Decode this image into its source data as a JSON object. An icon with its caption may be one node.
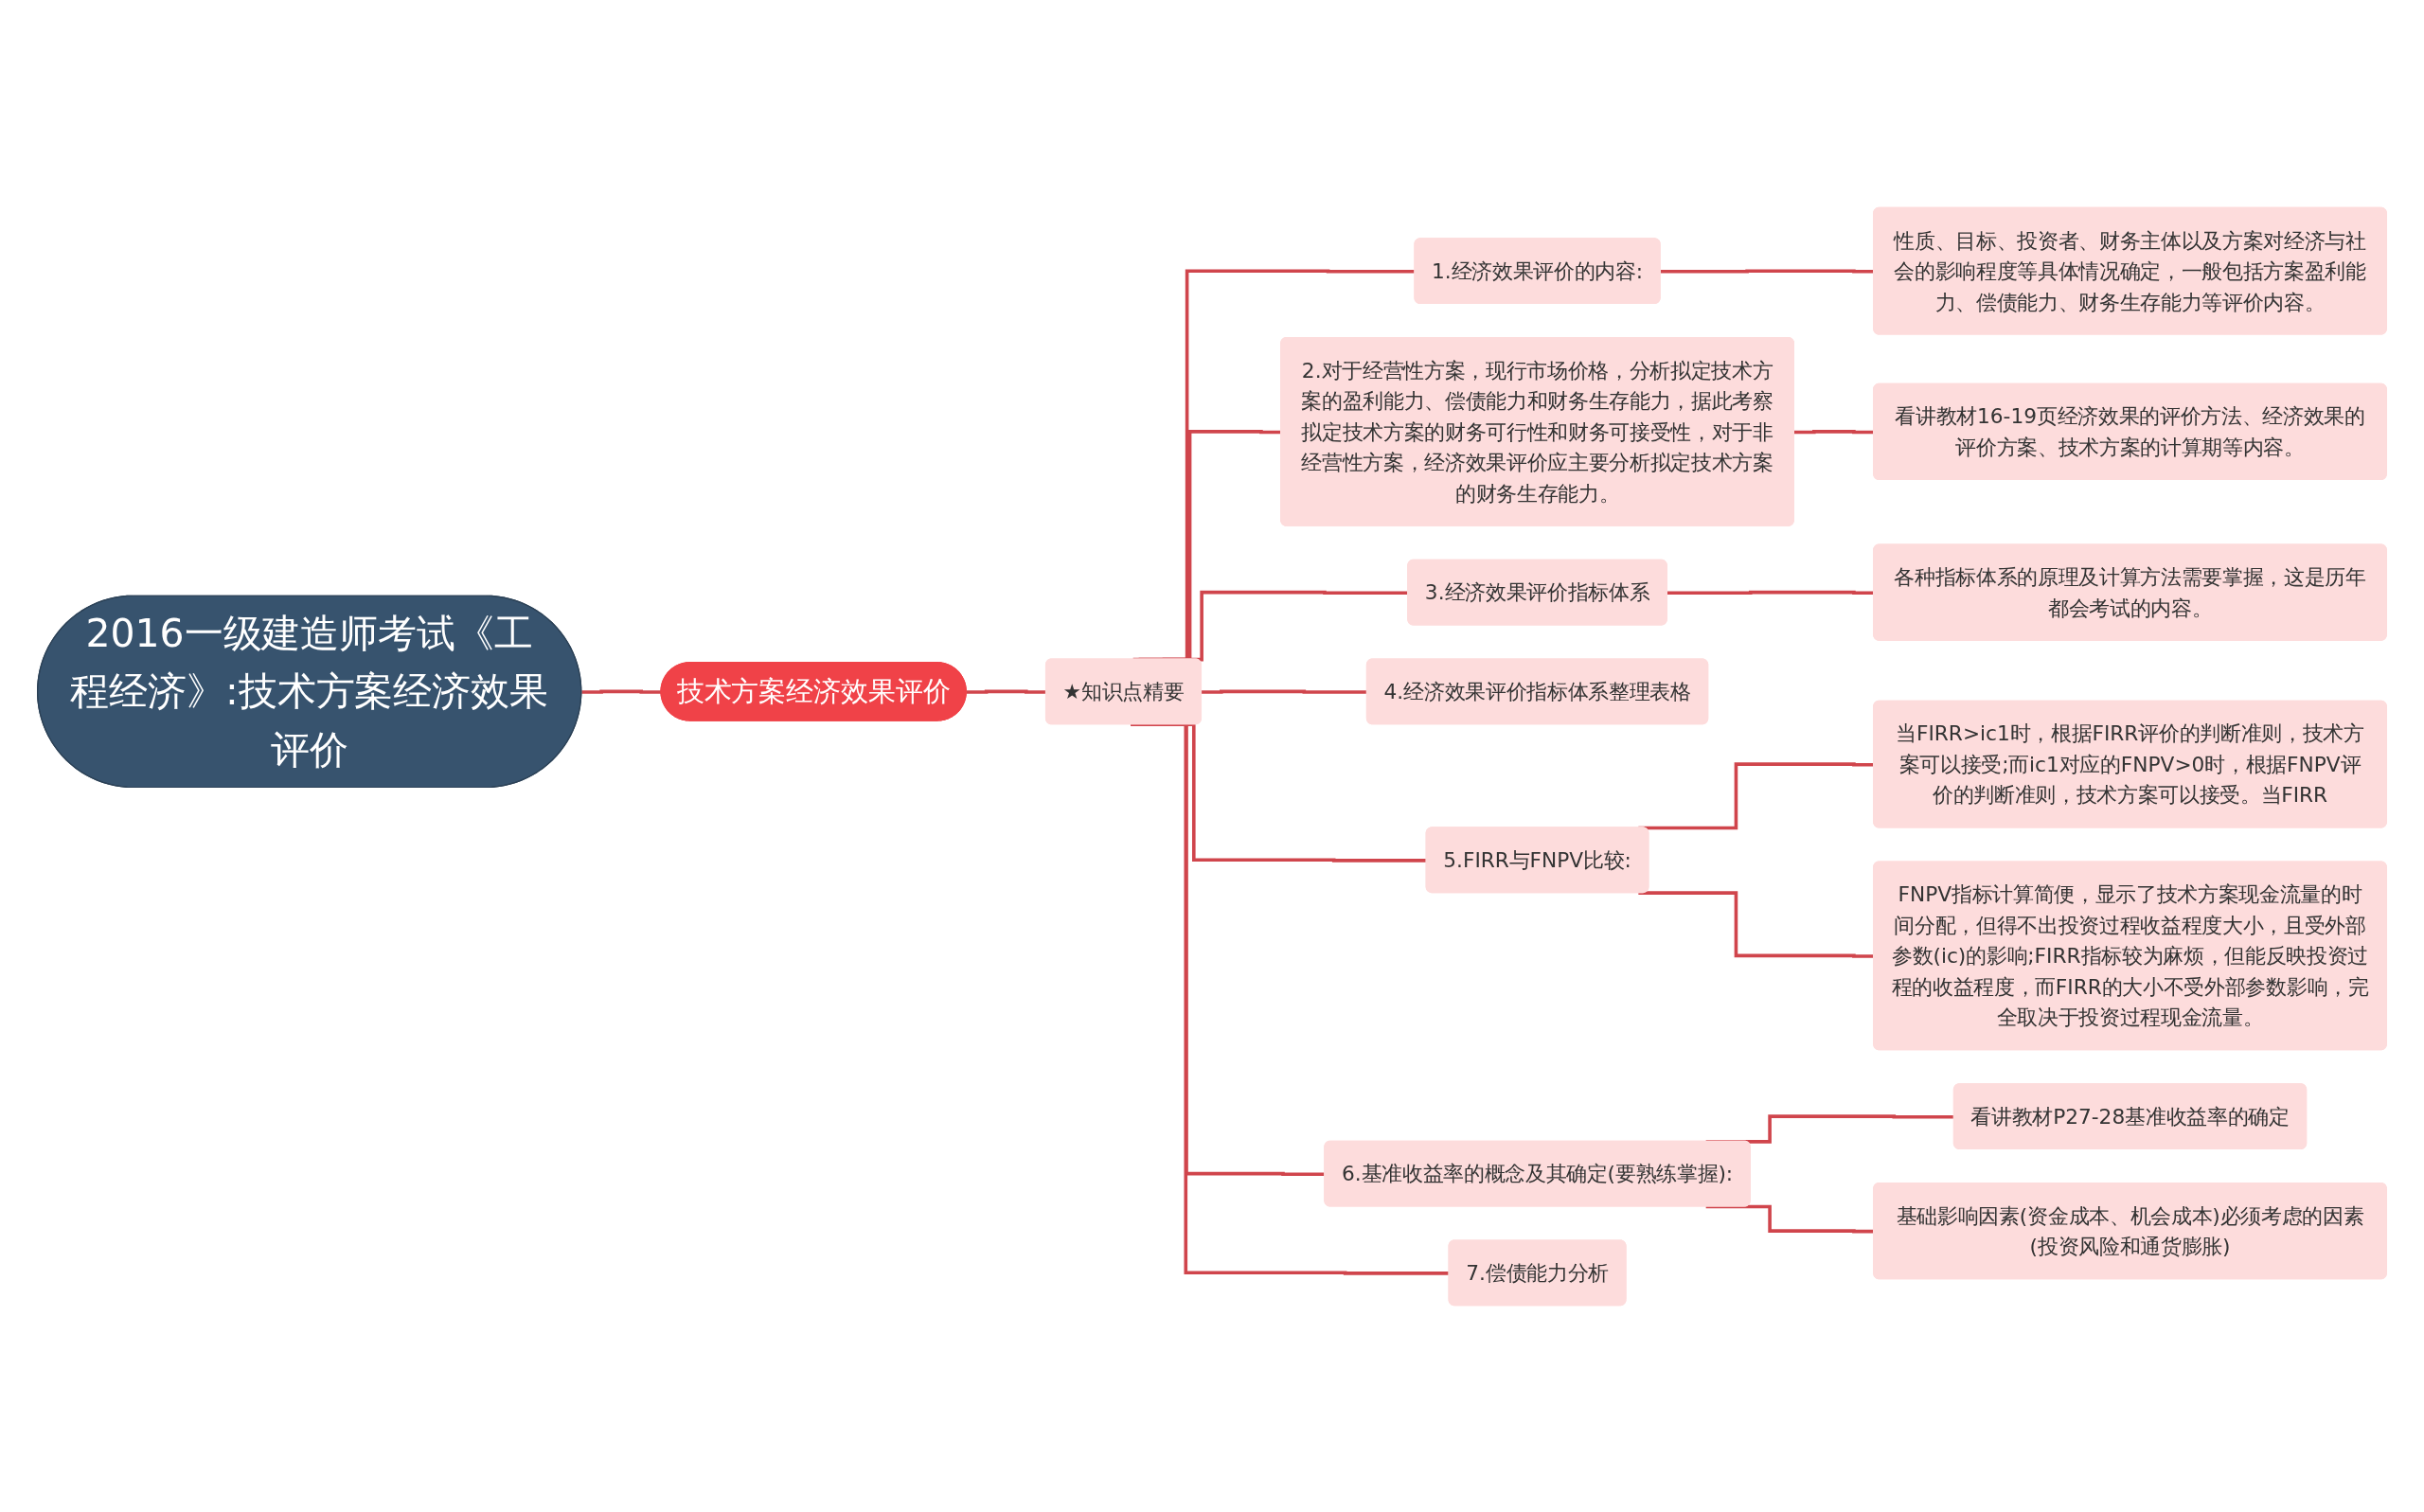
{
  "diagram": {
    "nodes": [
      {
        "text": [
          "2016一级建造师考试《工程经济》:技术方案经济效果评价"
        ]
      },
      {
        "text": [
          "技术方案经济效果评价"
        ]
      },
      {
        "text": [
          "★知识点精要"
        ]
      },
      {
        "text": [
          "1.经济效果评价的内容:"
        ]
      },
      {
        "text": [
          "性质、目标、投资者、财务主体以及方案对经济与社会的影响程度等具体情况确定，一般包括方案盈利能力、偿债能力、财务生存能力等评价内容。"
        ]
      },
      {
        "text": [
          "2.对于经营性方案，现行市场价格，分析拟定技术方案的盈利能力、偿债能力和财务生存能力，据此考察拟定技术方案的财务可行性和财务可接受性，对于非经营性方案，经济效果评价应主要分析拟定技术方案的财务生存能力。"
        ]
      },
      {
        "text": [
          "看讲教材16-19页经济效果的评价方法、经济效果的评价方案、技术方案的计算期等内容。"
        ]
      },
      {
        "text": [
          "3.经济效果评价指标体系"
        ]
      },
      {
        "text": [
          "各种指标体系的原理及计算方法需要掌握，这是历年都会考试的内容。"
        ]
      },
      {
        "text": [
          "4.经济效果评价指标体系整理表格"
        ]
      },
      {
        "text": [
          "5.FIRR与FNPV比较:"
        ]
      },
      {
        "text": [
          "当FIRR>ic1时，根据FIRR评价的判断准则，技术方案可以接受;而ic1对应的FNPV>0时，根据FNPV评价的判断准则，技术方案可以接受。当FIRR"
        ]
      },
      {
        "text": [
          "FNPV指标计算简便，显示了技术方案现金流量的时间分配，但得不出投资过程收益程度大小，且受外部参数(ic)的影响;FIRR指标较为麻烦，但能反映投资过程的收益程度，而FIRR的大小不受外部参数影响，完全取决于投资过程现金流量。"
        ]
      },
      {
        "text": [
          "6.基准收益率的概念及其确定(要熟练掌握):"
        ]
      },
      {
        "text": [
          "看讲教材P27-28基准收益率的确定"
        ]
      },
      {
        "text": [
          "基础影响因素(资金成本、机会成本)必须考虑的因素(投资风险和通货膨胀)"
        ]
      },
      {
        "text": [
          "7.偿债能力分析"
        ]
      }
    ],
    "edges": [
      {
        "from": 0,
        "to": 1,
        "arrow": "none"
      },
      {
        "from": 1,
        "to": 2,
        "arrow": "none"
      },
      {
        "from": 2,
        "to": 3,
        "arrow": "none"
      },
      {
        "from": 3,
        "to": 4,
        "arrow": "none"
      },
      {
        "from": 2,
        "to": 5,
        "arrow": "none"
      },
      {
        "from": 5,
        "to": 6,
        "arrow": "none"
      },
      {
        "from": 2,
        "to": 7,
        "arrow": "none"
      },
      {
        "from": 7,
        "to": 8,
        "arrow": "none"
      },
      {
        "from": 2,
        "to": 9,
        "arrow": "none"
      },
      {
        "from": 2,
        "to": 10,
        "arrow": "none"
      },
      {
        "from": 10,
        "to": 11,
        "arrow": "none"
      },
      {
        "from": 10,
        "to": 12,
        "arrow": "none"
      },
      {
        "from": 2,
        "to": 13,
        "arrow": "none"
      },
      {
        "from": 13,
        "to": 14,
        "arrow": "none"
      },
      {
        "from": 13,
        "to": 15,
        "arrow": "none"
      },
      {
        "from": 2,
        "to": 16,
        "arrow": "none"
      }
    ]
  }
}
